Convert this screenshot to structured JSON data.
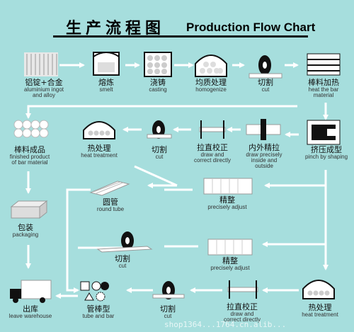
{
  "title": {
    "cn": "生产流程图",
    "en": "Production Flow Chart"
  },
  "steps": {
    "ingot": {
      "cn": "铝锭+合金",
      "en": [
        "aluminium ingot",
        "and alloy"
      ]
    },
    "smelt": {
      "cn": "熔炼",
      "en": [
        "smelt"
      ]
    },
    "casting": {
      "cn": "浇铸",
      "en": [
        "casting"
      ]
    },
    "homogenize": {
      "cn": "均质处理",
      "en": [
        "homogenize"
      ]
    },
    "cut1": {
      "cn": "切割",
      "en": [
        "cut"
      ]
    },
    "heat_bar": {
      "cn": "棒料加热",
      "en": [
        "heat the bar",
        "material"
      ]
    },
    "finished_bar": {
      "cn": "棒料成品",
      "en": [
        "finished product",
        "of bar material"
      ]
    },
    "heat_treat1": {
      "cn": "热处理",
      "en": [
        "heat treatment"
      ]
    },
    "cut2": {
      "cn": "切割",
      "en": [
        "cut"
      ]
    },
    "straighten1": {
      "cn": "拉直校正",
      "en": [
        "draw and",
        "correct directly"
      ]
    },
    "draw_inout": {
      "cn": "内外精拉",
      "en": [
        "draw precisely",
        "inside and",
        "outside"
      ]
    },
    "pinch": {
      "cn": "挤压成型",
      "en": [
        "pinch by shaping"
      ]
    },
    "round_tube": {
      "cn": "圆管",
      "en": [
        "round tube"
      ]
    },
    "adjust1": {
      "cn": "精整",
      "en": [
        "precisely adjust"
      ]
    },
    "packaging": {
      "cn": "包装",
      "en": [
        "packaging"
      ]
    },
    "cut3": {
      "cn": "切割",
      "en": [
        "cut"
      ]
    },
    "adjust2": {
      "cn": "精整",
      "en": [
        "precisely adjust"
      ]
    },
    "warehouse": {
      "cn": "出库",
      "en": [
        "leave warehouse"
      ]
    },
    "tube_bar": {
      "cn": "管棒型",
      "en": [
        "tube and bar"
      ]
    },
    "cut4": {
      "cn": "切割",
      "en": [
        "cut"
      ]
    },
    "straighten2": {
      "cn": "拉直校正",
      "en": [
        "draw and",
        "correct directly"
      ]
    },
    "heat_treat2": {
      "cn": "热处理",
      "en": [
        "heat treatment"
      ]
    }
  },
  "watermark": "shop1364...1764.cn.alib...",
  "colors": {
    "background": "#a6dedd",
    "arrow": "#ffffff",
    "outline": "#111111"
  }
}
